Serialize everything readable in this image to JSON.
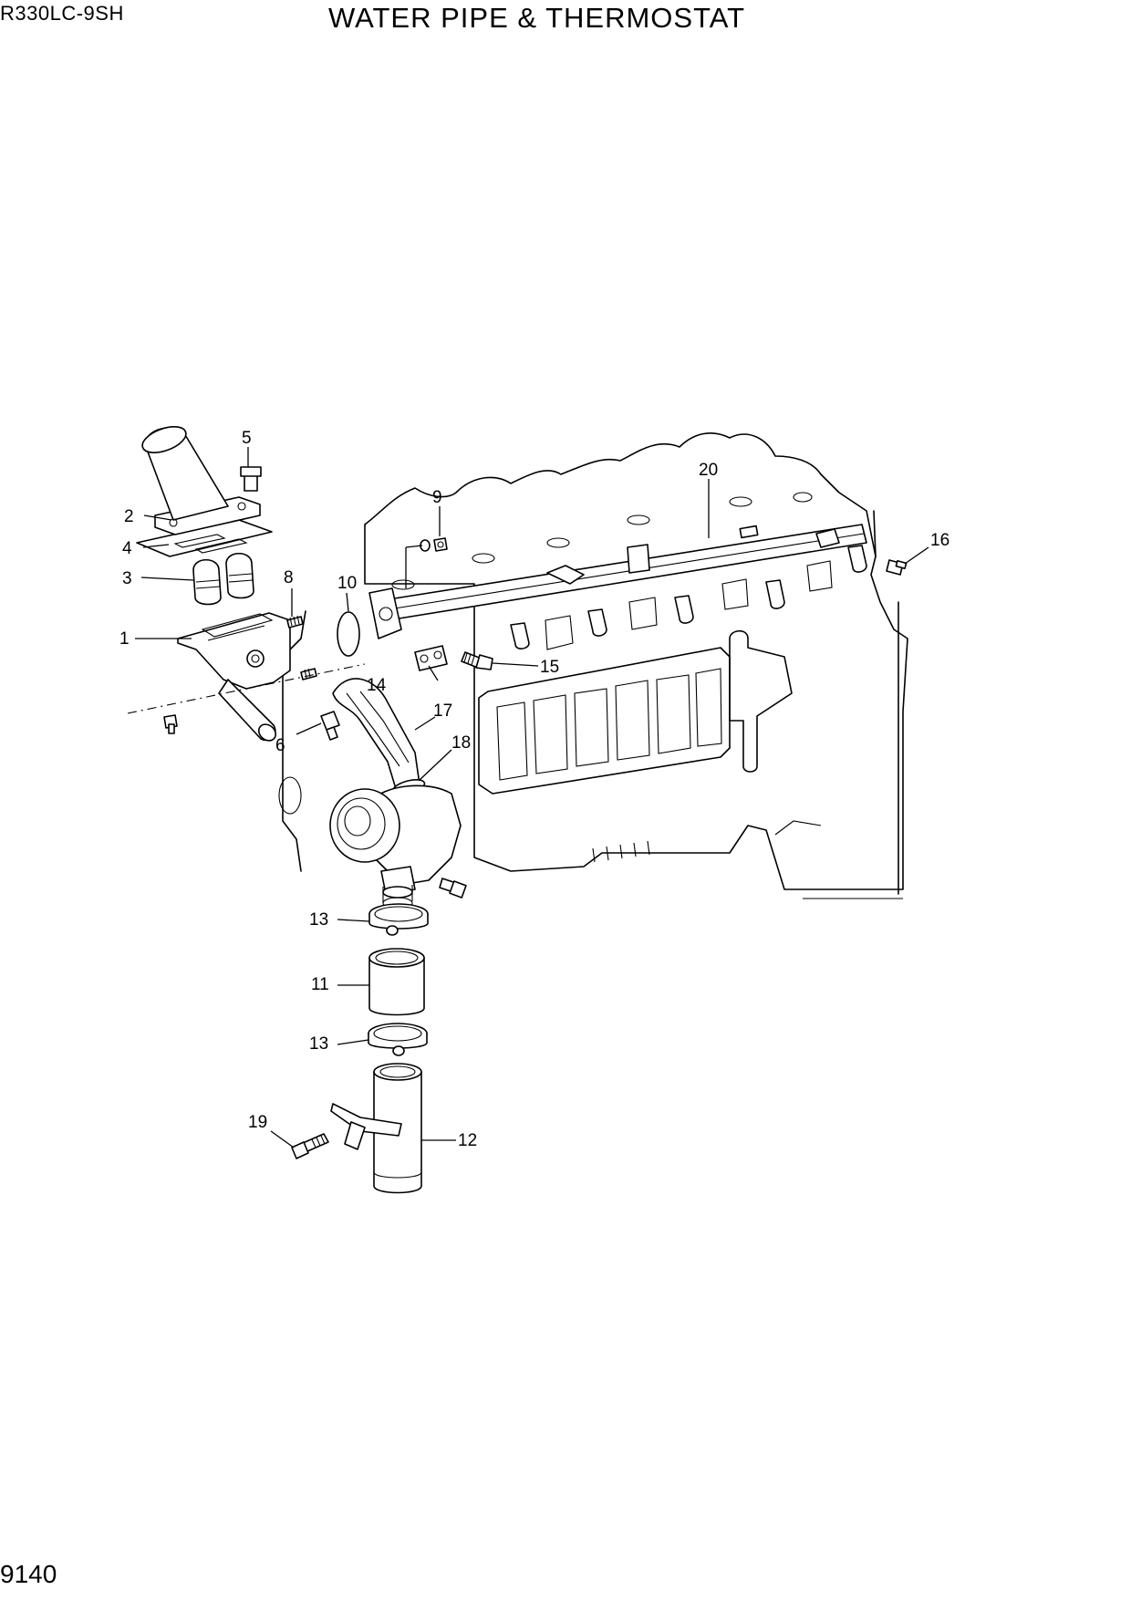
{
  "header": {
    "model": "R330LC-9SH",
    "title": "WATER PIPE & THERMOSTAT"
  },
  "footer": {
    "page_number": "9140"
  },
  "callouts": [
    "1",
    "2",
    "3",
    "4",
    "5",
    "6",
    "8",
    "9",
    "10",
    "11",
    "12",
    "13",
    "13",
    "14",
    "15",
    "16",
    "17",
    "18",
    "19",
    "20"
  ]
}
